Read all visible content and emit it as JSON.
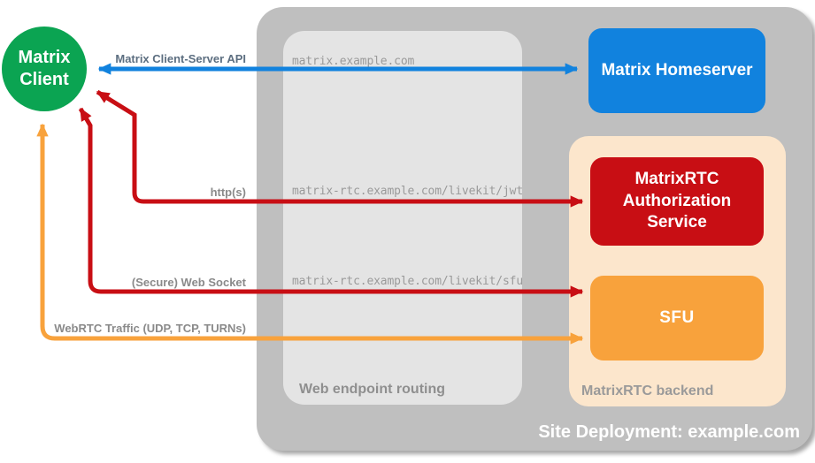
{
  "nodes": {
    "matrix_client": {
      "label": "Matrix Client",
      "color": "#0BA452"
    },
    "matrix_homeserver": {
      "label": "Matrix Homeserver",
      "color": "#1182DE"
    },
    "matrixrtc_auth_service": {
      "label": "MatrixRTC Authorization Service",
      "color": "#C80E14"
    },
    "sfu": {
      "label": "SFU",
      "color": "#F8A23C"
    }
  },
  "containers": {
    "site_deployment": {
      "label": "Site Deployment: example.com",
      "color": "#BFBFBF"
    },
    "web_endpoint_routing": {
      "label": "Web endpoint routing",
      "color": "#E4E4E4"
    },
    "matrixrtc_backend": {
      "label": "MatrixRTC backend",
      "color": "#FCE6CC"
    }
  },
  "endpoints": {
    "homeserver": "matrix.example.com",
    "livekit_jwt": "matrix-rtc.example.com/livekit/jwt",
    "livekit_sfu": "matrix-rtc.example.com/livekit/sfu"
  },
  "connections": {
    "client_server_api": {
      "label": "Matrix Client-Server API",
      "color": "#1182DE"
    },
    "https": {
      "label": "http(s)",
      "color": "#C80E14"
    },
    "web_socket": {
      "label": "(Secure) Web Socket",
      "color": "#C80E14"
    },
    "webrtc": {
      "label": "WebRTC Traffic (UDP, TCP, TURNs)",
      "color": "#F8A23C"
    }
  }
}
